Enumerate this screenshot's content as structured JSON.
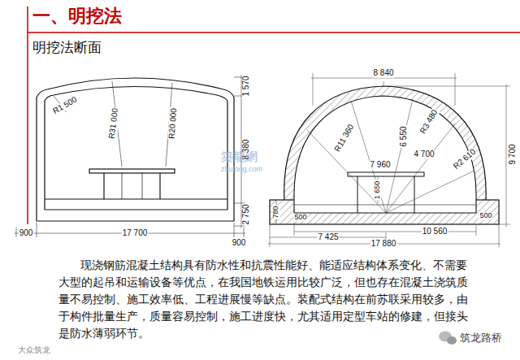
{
  "diagram": {
    "title": "一、明挖法",
    "caption": "现浇钢筋混凝土结构具有防水性和抗震性能好、能适应结构体系变化、不需要大型的起吊和运输设备等优点，在我国地铁运用比较广泛，但也存在混凝土浇筑质量不易控制、施工效率低、工程进展慢等缺点。装配式结构在前苏联采用较多，由于构件批量生产，质量容易控制，施工进度快，尤其适用定型车站的修建，但接头是防水薄弱环节。",
    "labels": [
      "明挖法断面",
      "1 570",
      "R1 500",
      "R31 000",
      "R20 000",
      "8 380",
      "2 750",
      "900",
      "17 700",
      "900",
      "8 840",
      "R11 360",
      "6 550",
      "R3 480",
      "4 700",
      "R2 610",
      "9 700",
      "7 960",
      "1 650",
      "780",
      "500",
      "500",
      "10 560",
      "7 425",
      "17 880",
      "築龍網",
      "zhulong.com",
      "筑龙路桥",
      "大众筑龙"
    ]
  }
}
